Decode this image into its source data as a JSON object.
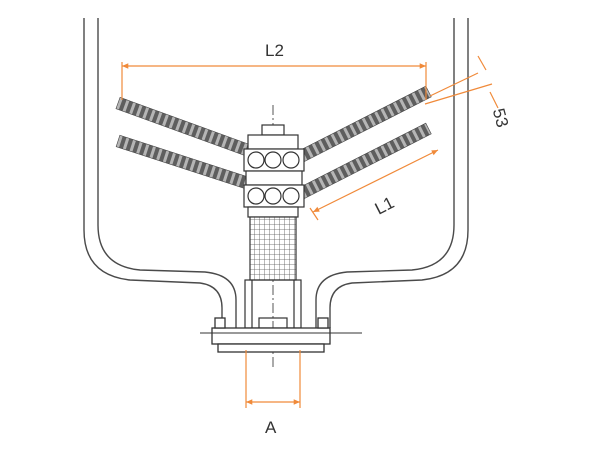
{
  "labels": {
    "l2": "L2",
    "l1": "L1",
    "angle": "53",
    "a": "A"
  },
  "colors": {
    "line": "#4a4a4a",
    "dimension": "#f08a3a",
    "center_line": "#555555",
    "background": "#ffffff"
  }
}
